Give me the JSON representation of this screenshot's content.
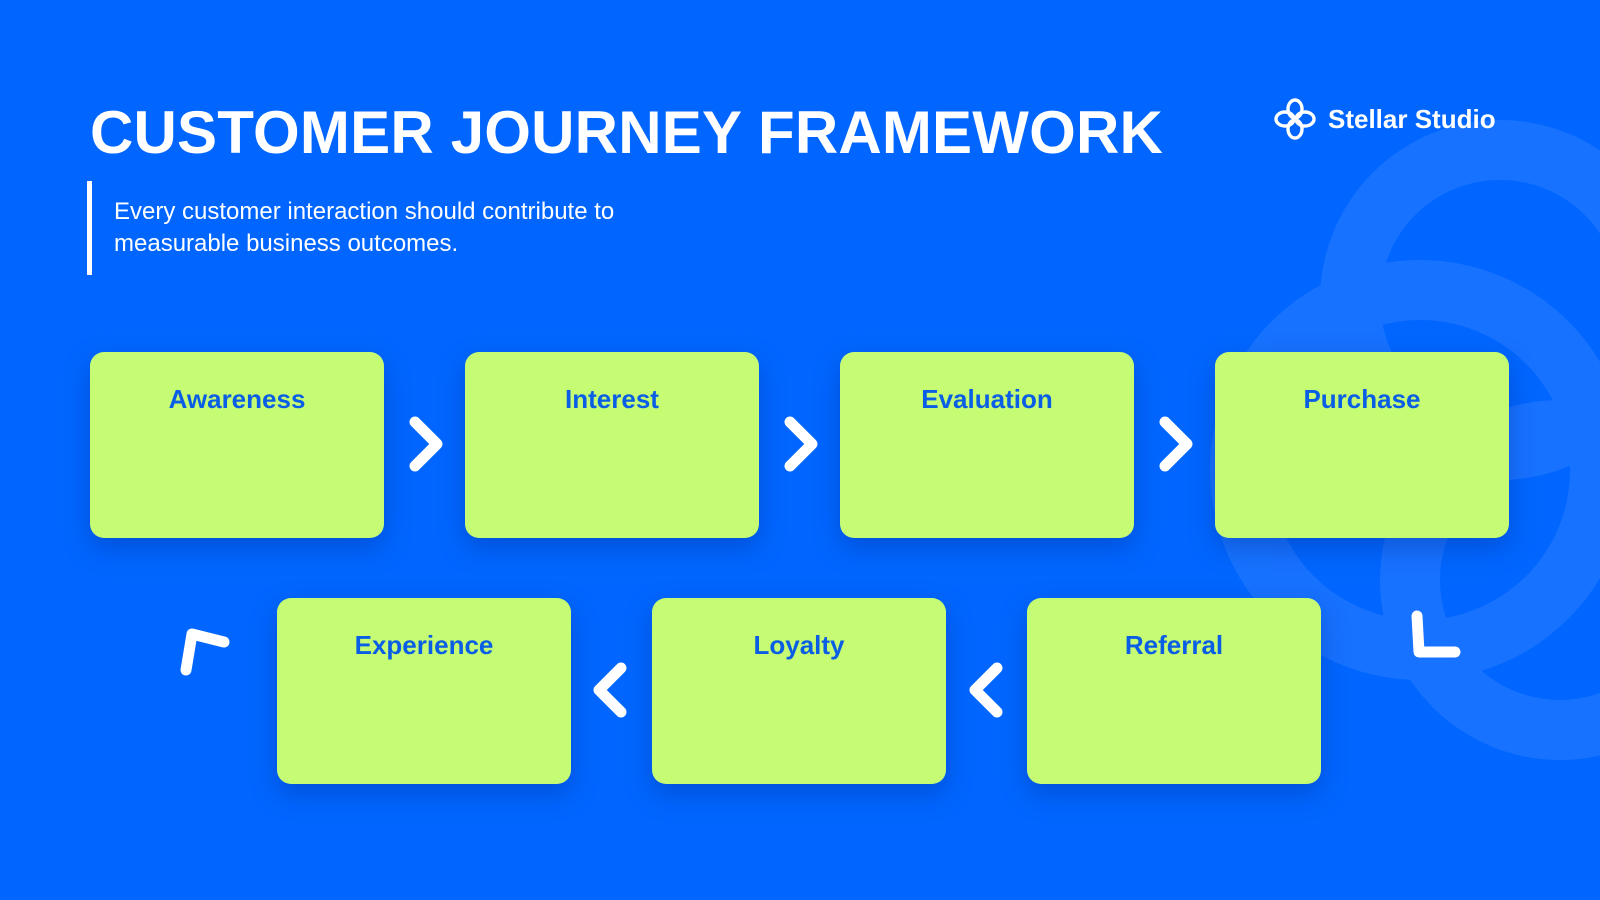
{
  "header": {
    "title": "CUSTOMER JOURNEY FRAMEWORK",
    "subtitle": "Every customer interaction should contribute to measurable business outcomes."
  },
  "brand": {
    "name": "Stellar Studio",
    "logo_icon": "interlocking-loops-logo-icon"
  },
  "diagram": {
    "flow_direction": "left-to-right on top row, then right-to-left on bottom row",
    "stages": [
      {
        "label": "Awareness"
      },
      {
        "label": "Interest"
      },
      {
        "label": "Evaluation"
      },
      {
        "label": "Purchase"
      },
      {
        "label": "Referral"
      },
      {
        "label": "Loyalty"
      },
      {
        "label": "Experience"
      }
    ],
    "arrow_icons": [
      "chevron-right-icon",
      "chevron-left-icon",
      "corner-down-left-icon",
      "corner-up-right-icon"
    ]
  },
  "colors": {
    "background": "#0066ff",
    "card": "#c5fc74",
    "card_text": "#0a5ee6",
    "text": "#ffffff"
  }
}
